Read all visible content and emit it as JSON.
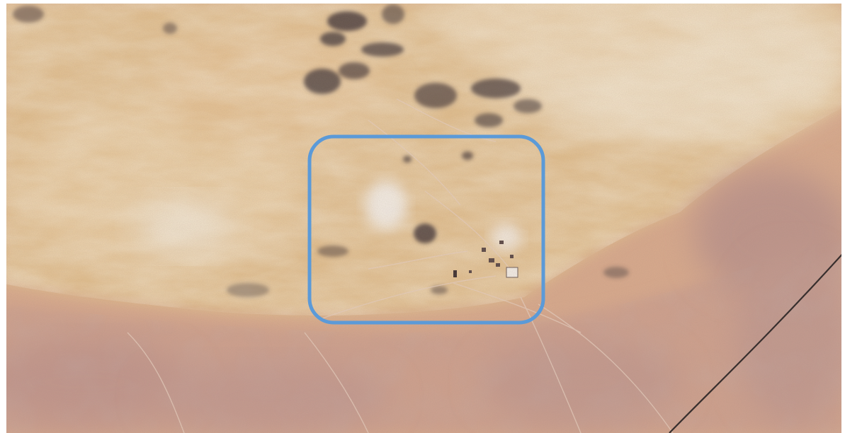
{
  "map": {
    "type": "satellite-imagery",
    "terrain": "desert",
    "has_text_labels": false,
    "colors": {
      "frame_background": "#ffffff",
      "sand_light": "#e2bf8e",
      "sand_pale": "#efdcbe",
      "plain_pink": "#d9aa8d",
      "plain_dusty": "#c99e8f",
      "rock_dark": "#4a3d3d",
      "highlight_box": "#5b9ad8",
      "highway": "#2b2424"
    },
    "highlight": {
      "name": "area-of-interest",
      "shape": "rounded-rectangle",
      "color": "#5b9ad8"
    },
    "features": [
      {
        "name": "highway",
        "kind": "road"
      },
      {
        "name": "building-cluster",
        "kind": "structures"
      },
      {
        "name": "dirt-tracks",
        "kind": "trails"
      },
      {
        "name": "rock-outcrops",
        "kind": "terrain"
      }
    ]
  }
}
